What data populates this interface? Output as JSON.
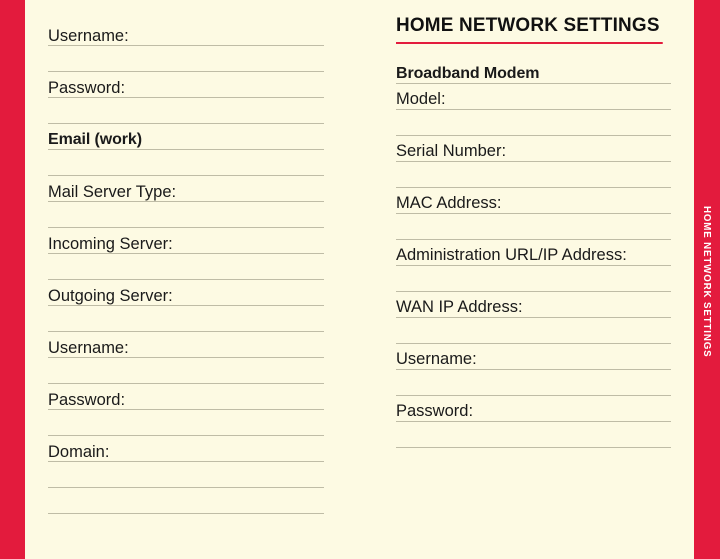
{
  "theme": {
    "page_background": "#FDFAE3",
    "accent_red": "#E31B3D",
    "rule_color": "#BFBCA6",
    "text_color": "#1A1A1A"
  },
  "side_tab": {
    "label": "HOME NETWORK SETTINGS"
  },
  "left_column": {
    "rows": [
      {
        "label": "Username:",
        "bold": false,
        "blank": false
      },
      {
        "label": "",
        "bold": false,
        "blank": true
      },
      {
        "label": "Password:",
        "bold": false,
        "blank": false
      },
      {
        "label": "",
        "bold": false,
        "blank": true
      },
      {
        "label": "Email (work)",
        "bold": true,
        "blank": false
      },
      {
        "label": "",
        "bold": false,
        "blank": true
      },
      {
        "label": "Mail Server Type:",
        "bold": false,
        "blank": false
      },
      {
        "label": "",
        "bold": false,
        "blank": true
      },
      {
        "label": "Incoming Server:",
        "bold": false,
        "blank": false
      },
      {
        "label": "",
        "bold": false,
        "blank": true
      },
      {
        "label": "Outgoing Server:",
        "bold": false,
        "blank": false
      },
      {
        "label": "",
        "bold": false,
        "blank": true
      },
      {
        "label": "Username:",
        "bold": false,
        "blank": false
      },
      {
        "label": "",
        "bold": false,
        "blank": true
      },
      {
        "label": "Password:",
        "bold": false,
        "blank": false
      },
      {
        "label": "",
        "bold": false,
        "blank": true
      },
      {
        "label": "Domain:",
        "bold": false,
        "blank": false
      },
      {
        "label": "",
        "bold": false,
        "blank": true
      },
      {
        "label": "",
        "bold": false,
        "blank": true
      }
    ]
  },
  "right_column": {
    "title": "HOME NETWORK SETTINGS",
    "rows": [
      {
        "label": "Broadband Modem",
        "bold": true,
        "blank": false
      },
      {
        "label": "Model:",
        "bold": false,
        "blank": false
      },
      {
        "label": "",
        "bold": false,
        "blank": true
      },
      {
        "label": "Serial Number:",
        "bold": false,
        "blank": false
      },
      {
        "label": "",
        "bold": false,
        "blank": true
      },
      {
        "label": "MAC Address:",
        "bold": false,
        "blank": false
      },
      {
        "label": "",
        "bold": false,
        "blank": true
      },
      {
        "label": "Administration URL/IP Address:",
        "bold": false,
        "blank": false
      },
      {
        "label": "",
        "bold": false,
        "blank": true
      },
      {
        "label": "WAN IP Address:",
        "bold": false,
        "blank": false
      },
      {
        "label": "",
        "bold": false,
        "blank": true
      },
      {
        "label": "Username:",
        "bold": false,
        "blank": false
      },
      {
        "label": "",
        "bold": false,
        "blank": true
      },
      {
        "label": "Password:",
        "bold": false,
        "blank": false
      },
      {
        "label": "",
        "bold": false,
        "blank": true
      }
    ]
  }
}
